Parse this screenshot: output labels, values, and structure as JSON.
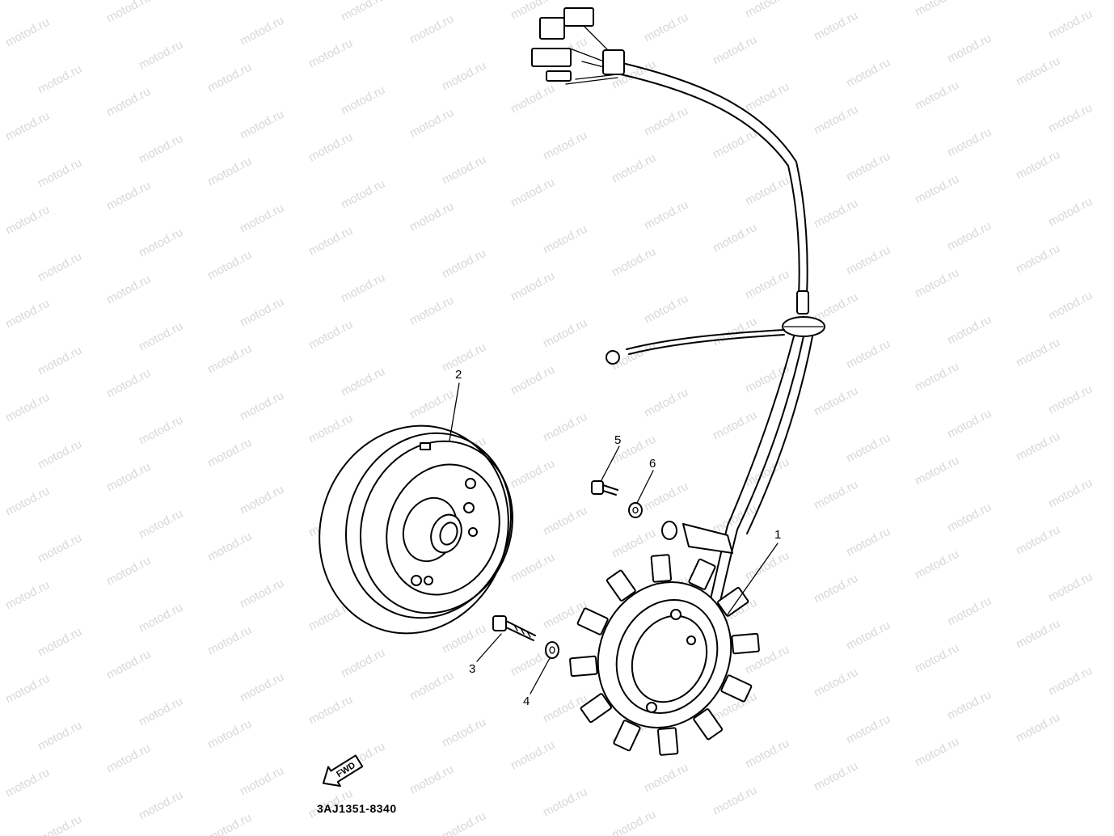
{
  "drawing_code": "3AJ1351-8340",
  "watermark": "motod.ru",
  "direction_label": "FWD",
  "callouts": [
    {
      "label": "1",
      "part": "stator"
    },
    {
      "label": "2",
      "part": "rotor"
    },
    {
      "label": "3",
      "part": "stator-bolt"
    },
    {
      "label": "4",
      "part": "stator-washer"
    },
    {
      "label": "5",
      "part": "clamp-screw"
    },
    {
      "label": "6",
      "part": "clamp-washer"
    }
  ],
  "colors": {
    "ink": "#000000",
    "paper": "#ffffff",
    "watermark": "#b8b8b8"
  }
}
